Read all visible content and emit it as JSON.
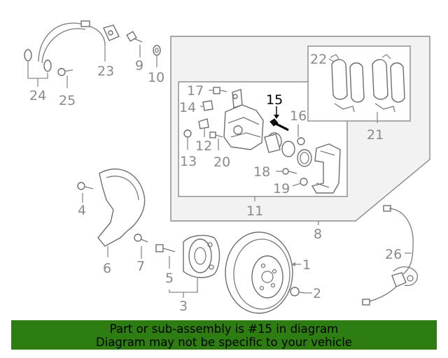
{
  "labels": {
    "l1": "1",
    "l2": "2",
    "l3": "3",
    "l4": "4",
    "l5": "5",
    "l6": "6",
    "l7": "7",
    "l8": "8",
    "l9": "9",
    "l10": "10",
    "l11": "11",
    "l12": "12",
    "l13": "13",
    "l14": "14",
    "l15": "15",
    "l16": "16",
    "l17": "17",
    "l18": "18",
    "l19": "19",
    "l20": "20",
    "l21": "21",
    "l22": "22",
    "l23": "23",
    "l24": "24",
    "l25": "25",
    "l26": "26"
  },
  "highlighted_part": "15",
  "colors": {
    "label": "#8a8a8a",
    "highlight": "#000000",
    "banner": "#2e7d12"
  },
  "banner": {
    "line1": "Part or sub-assembly is #15 in diagram",
    "line2": "Diagram may not be specific to your vehicle"
  }
}
